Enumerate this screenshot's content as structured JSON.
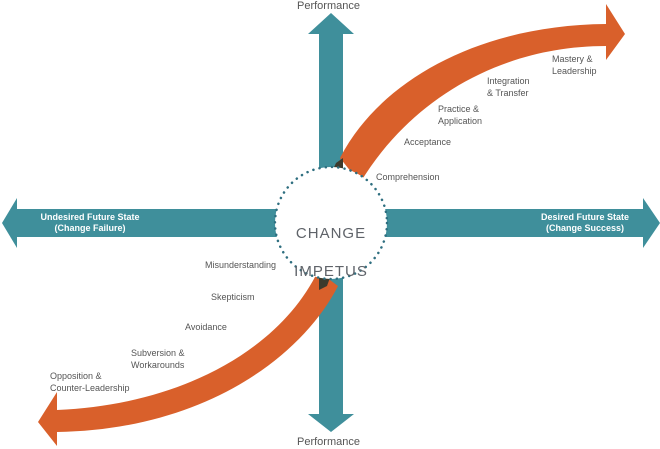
{
  "axes": {
    "top_label": "Performance",
    "bottom_label": "Performance",
    "left_label": "Undesired Future State\n(Change Failure)",
    "right_label": "Desired Future State\n(Change Success)"
  },
  "center": {
    "line1": "CHANGE",
    "line2": "IMPETUS"
  },
  "positive_stages": [
    "Comprehension",
    "Acceptance",
    "Practice &\nApplication",
    "Integration\n& Transfer",
    "Mastery &\nLeadership"
  ],
  "negative_stages": [
    "Misunderstanding",
    "Skepticism",
    "Avoidance",
    "Subversion &\nWorkarounds",
    "Opposition &\nCounter-Leadership"
  ],
  "colors": {
    "axis": "#3f8f9b",
    "curve": "#d9602b",
    "overlap": "#3d3a2c",
    "circle_dots": "#2f6f80",
    "label_text": "#555555",
    "axis_text": "#ffffff"
  }
}
